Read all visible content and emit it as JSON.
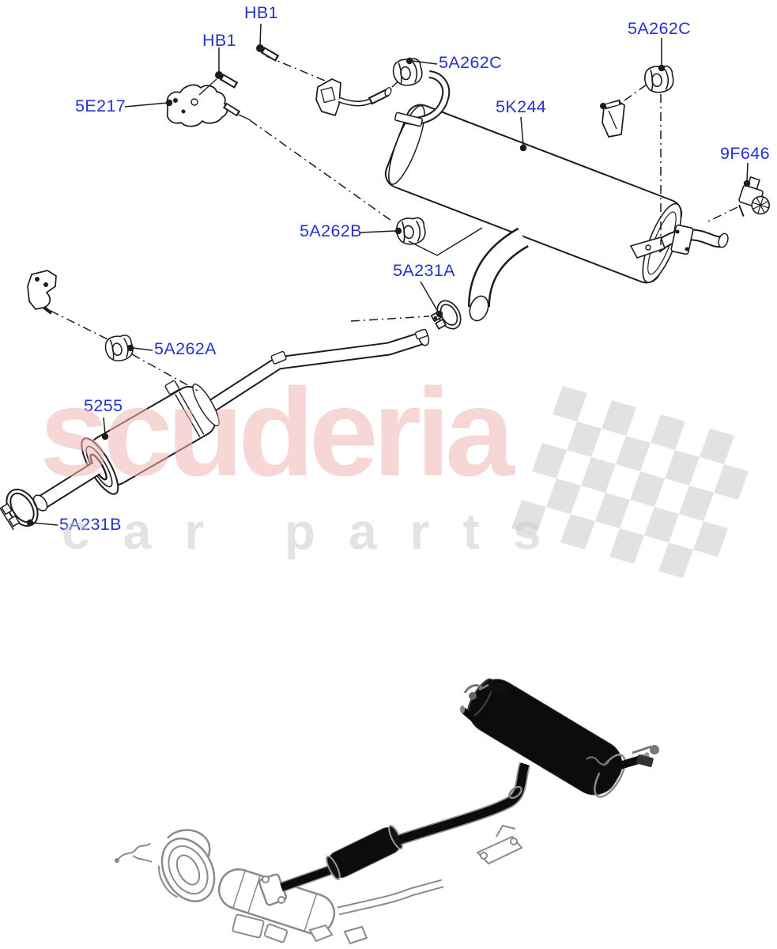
{
  "watermark": {
    "title": "scuderia",
    "subtitle": "car parts",
    "title_color": "#f7cdcd",
    "subtitle_color": "#e2e2e2",
    "flag_color": "#dddde1"
  },
  "diagram": {
    "label_color": "#2531d1",
    "line_color": "#1c1c1c",
    "labels": [
      {
        "part": "HB1"
      },
      {
        "part": "HB1"
      },
      {
        "part": "5E217"
      },
      {
        "part": "5A262C"
      },
      {
        "part": "5A262C"
      },
      {
        "part": "5K244"
      },
      {
        "part": "9F646"
      },
      {
        "part": "5A262B"
      },
      {
        "part": "5A231A"
      },
      {
        "part": "5A262A"
      },
      {
        "part": "5255"
      },
      {
        "part": "5A231B"
      }
    ]
  },
  "assembled_view": {
    "highlight_color": "#0c0c0c",
    "outline_color": "#8a8a8a"
  }
}
